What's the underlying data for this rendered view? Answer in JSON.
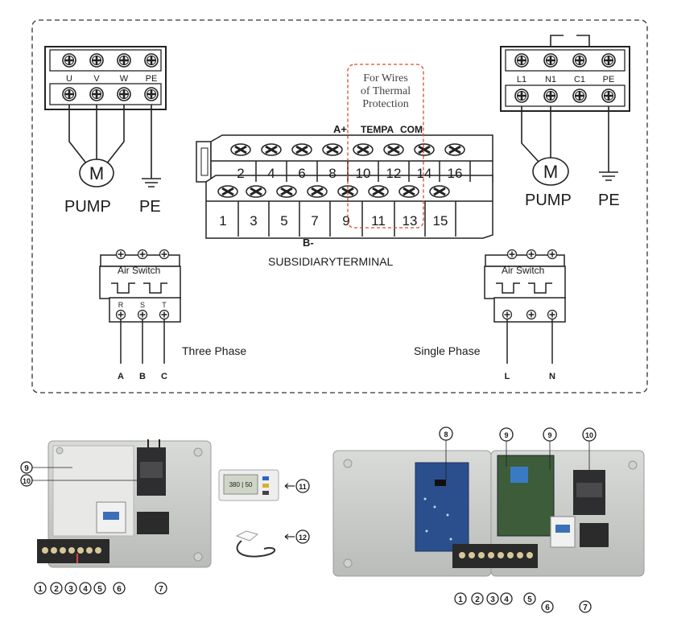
{
  "diagram": {
    "pump_left": {
      "terminals": [
        "U",
        "V",
        "W",
        "PE"
      ],
      "motor": "M",
      "pump_label": "PUMP",
      "pe_label": "PE"
    },
    "pump_right": {
      "terminals": [
        "L1",
        "N1",
        "C1",
        "PE"
      ],
      "motor": "M",
      "pump_label": "PUMP",
      "pe_label": "PE"
    },
    "thermal_note": [
      "For Wires",
      "of Thermal",
      "Protection"
    ],
    "subsidiary": {
      "top_numbers": [
        "2",
        "4",
        "6",
        "8",
        "10",
        "12",
        "14",
        "16"
      ],
      "bottom_numbers": [
        "1",
        "3",
        "5",
        "7",
        "9",
        "11",
        "13",
        "15"
      ],
      "label_a_plus": "A+",
      "label_tempa": "TEMPA",
      "label_com": "COM",
      "label_b_minus": "B-",
      "caption": "SUBSIDIARYTERMINAL"
    },
    "air_switch_three": {
      "title": "Air Switch",
      "poles": [
        "R",
        "S",
        "T"
      ],
      "phase_label": "Three Phase",
      "lines": [
        "A",
        "B",
        "C"
      ]
    },
    "air_switch_single": {
      "title": "Air Switch",
      "phase_label": "Single Phase",
      "lines": [
        "L",
        "N"
      ]
    }
  },
  "photos": {
    "left_box_callouts": [
      "9",
      "10",
      "1",
      "2",
      "3",
      "4",
      "5",
      "6",
      "7"
    ],
    "accessories": [
      "11",
      "12"
    ],
    "display_readout": "380 | 50",
    "right_box_callouts": [
      "8",
      "9",
      "9",
      "10",
      "1",
      "2",
      "3",
      "4",
      "5",
      "6",
      "7"
    ]
  }
}
